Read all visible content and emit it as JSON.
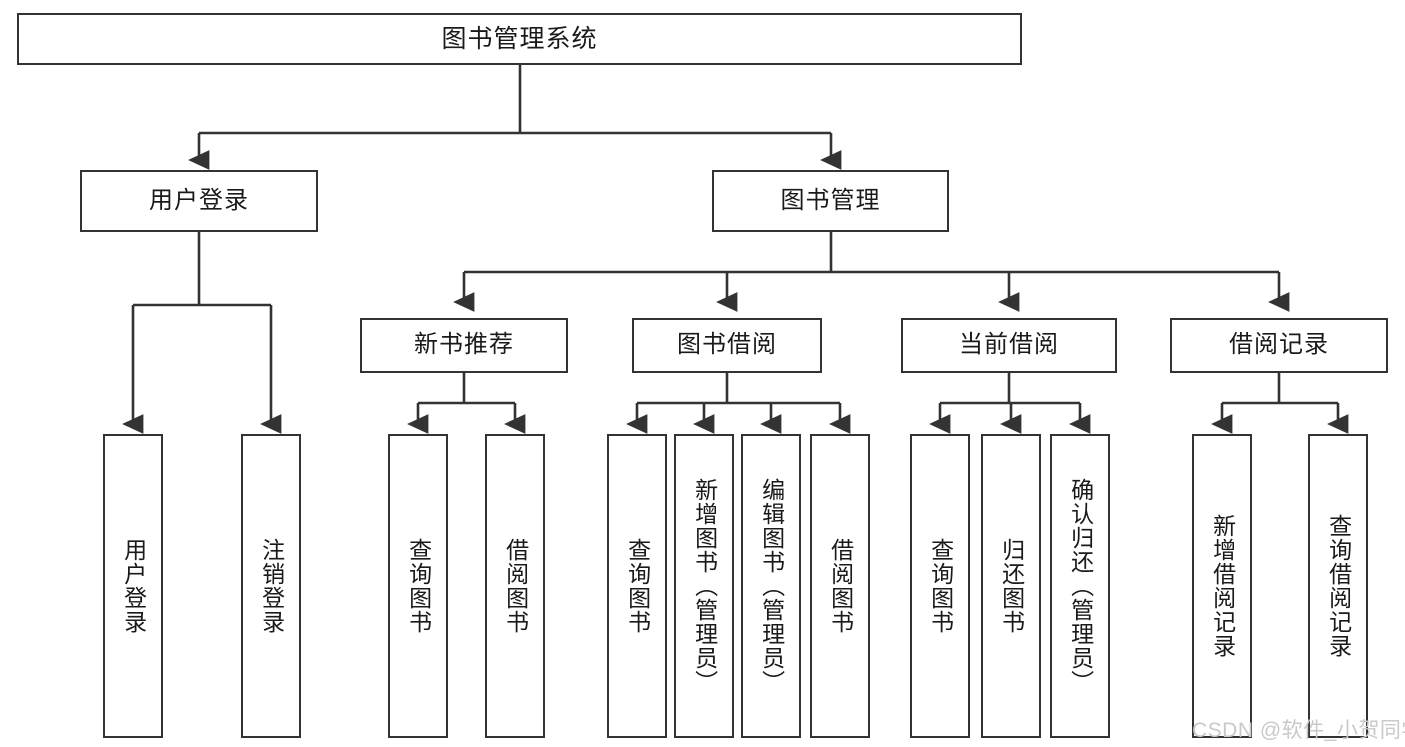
{
  "diagram": {
    "title": "图书管理系统",
    "type": "hierarchy-tree",
    "orientation": "top-down",
    "colors": {
      "node_border": "#333333",
      "node_fill": "#ffffff",
      "edge": "#333333",
      "text": "#1a1a1a",
      "watermark": "#c9c9c9",
      "background": "#ffffff"
    },
    "root": {
      "label": "图书管理系统"
    },
    "level2": [
      {
        "label": "用户登录"
      },
      {
        "label": "图书管理"
      }
    ],
    "level3": [
      {
        "label": "新书推荐"
      },
      {
        "label": "图书借阅"
      },
      {
        "label": "当前借阅"
      },
      {
        "label": "借阅记录"
      }
    ],
    "leaves": {
      "user_login": [
        {
          "label": "用户登录"
        },
        {
          "label": "注销登录"
        }
      ],
      "new_book_recommend": [
        {
          "label": "查询图书"
        },
        {
          "label": "借阅图书"
        }
      ],
      "book_borrow": [
        {
          "label": "查询图书"
        },
        {
          "label": "新增图书（管理员）"
        },
        {
          "label": "编辑图书（管理员）"
        },
        {
          "label": "借阅图书"
        }
      ],
      "current_borrow": [
        {
          "label": "查询图书"
        },
        {
          "label": "归还图书"
        },
        {
          "label": "确认归还（管理员）"
        }
      ],
      "borrow_record": [
        {
          "label": "新增借阅记录"
        },
        {
          "label": "查询借阅记录"
        }
      ]
    }
  },
  "watermark": {
    "text": "CSDN @软件_小贺同学"
  }
}
